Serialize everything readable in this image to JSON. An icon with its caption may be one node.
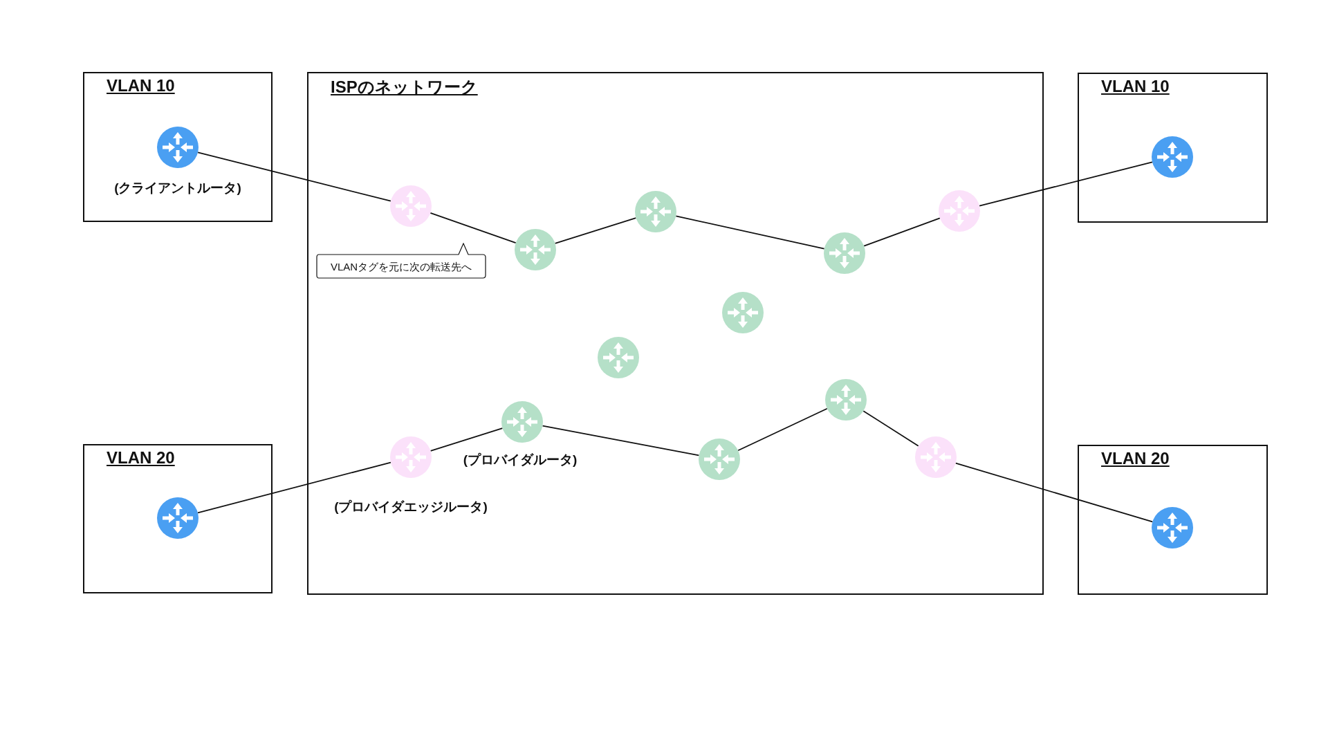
{
  "diagram": {
    "nodes": [
      {
        "text": [
          "VLAN 10"
        ]
      },
      {
        "text": [],
        "shape": "router",
        "in": 0,
        "beside": [
          "(クライアントルータ)"
        ]
      },
      {
        "text": [
          "ISPのネットワーク"
        ]
      },
      {
        "text": [],
        "shape": "router",
        "in": 2
      },
      {
        "text": [],
        "shape": "router",
        "in": 2
      },
      {
        "text": [],
        "shape": "router",
        "in": 2
      },
      {
        "text": [],
        "shape": "router",
        "in": 2
      },
      {
        "text": [],
        "shape": "router",
        "in": 2
      },
      {
        "text": [],
        "shape": "router",
        "in": 2
      },
      {
        "text": [],
        "shape": "router",
        "in": 2
      },
      {
        "text": [],
        "shape": "router",
        "in": 2,
        "beside": [
          "(プロバイダルータ)"
        ]
      },
      {
        "text": [],
        "shape": "router",
        "in": 2,
        "beside": [
          "(プロバイダエッジルータ)"
        ]
      },
      {
        "text": [],
        "shape": "router",
        "in": 2
      },
      {
        "text": [],
        "shape": "router",
        "in": 2
      },
      {
        "text": [],
        "shape": "router",
        "in": 2
      },
      {
        "text": [
          "VLAN 10"
        ]
      },
      {
        "text": [],
        "shape": "router",
        "in": 15
      },
      {
        "text": [
          "VLAN 20"
        ]
      },
      {
        "text": [],
        "shape": "router",
        "in": 17
      },
      {
        "text": [
          "VLAN 20"
        ]
      },
      {
        "text": [],
        "shape": "router",
        "in": 19
      }
    ],
    "edges": [
      {
        "from": 1,
        "to": 3,
        "arrow": "none"
      },
      {
        "from": 3,
        "to": 4,
        "arrow": "none"
      },
      {
        "from": 4,
        "to": 5,
        "arrow": "none"
      },
      {
        "from": 5,
        "to": 6,
        "arrow": "none"
      },
      {
        "from": 6,
        "to": 7,
        "arrow": "none"
      },
      {
        "from": 7,
        "to": 16,
        "arrow": "none"
      },
      {
        "from": 18,
        "to": 11,
        "arrow": "none"
      },
      {
        "from": 11,
        "to": 10,
        "arrow": "none"
      },
      {
        "from": 10,
        "to": 12,
        "arrow": "none"
      },
      {
        "from": 12,
        "to": 13,
        "arrow": "none"
      },
      {
        "from": 13,
        "to": 14,
        "arrow": "none"
      },
      {
        "from": 14,
        "to": 20,
        "arrow": "none"
      }
    ],
    "labels": [
      "VLANタグを元に次の転送先へ"
    ]
  }
}
